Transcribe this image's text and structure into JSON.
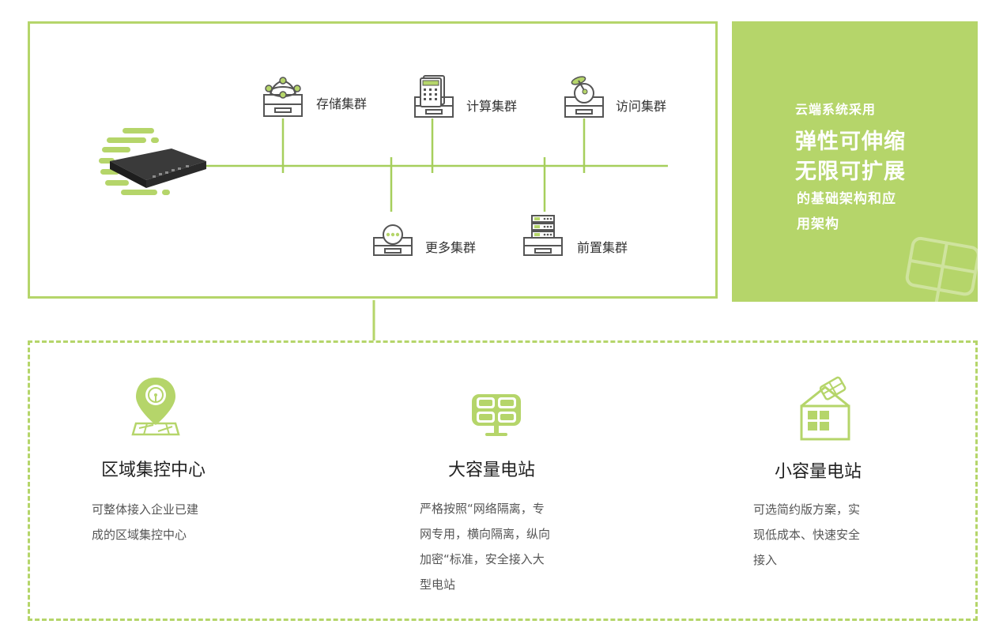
{
  "nodes": {
    "storage": "存储集群",
    "compute": "计算集群",
    "access": "访问集群",
    "more": "更多集群",
    "frontend": "前置集群"
  },
  "panel": {
    "line1": "云端系统采用",
    "line2": "弹性可伸缩",
    "line3": "无限可扩展",
    "line4": "的基础架构和应",
    "line5": "用架构"
  },
  "stations": [
    {
      "title": "区域集控中心",
      "desc": [
        "可整体接入企业已建",
        "成的区域集控中心"
      ],
      "icon": "map-pin-icon"
    },
    {
      "title": "大容量电站",
      "desc": [
        "严格按照“网络隔离，专",
        "网专用，横向隔离，纵向",
        "加密“标准，安全接入大",
        "型电站"
      ],
      "icon": "solar-panel-icon"
    },
    {
      "title": "小容量电站",
      "desc": [
        "可选简约版方案，实",
        "现低成本、快速安全",
        "接入"
      ],
      "icon": "house-solar-icon"
    }
  ],
  "colors": {
    "accent": "#b5d56a",
    "line": "#a6cf5c",
    "device": "#2b2b2b"
  }
}
